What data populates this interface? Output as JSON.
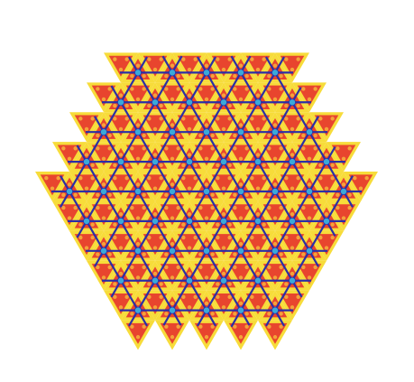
{
  "figure": {
    "description_shown_text": "",
    "colors": {
      "background": "#ffffff",
      "grid_line": "#2b2fa6",
      "vertex_node": "#3aa9d9",
      "outer_tile": "#f7dc3a",
      "inner_tile": "#e8452e",
      "tile_dot": "#f4a23a"
    },
    "tiling": {
      "lattice_type": "triangular",
      "tile_shape": "equilateral-triangle",
      "boundary_shape": "hexagon",
      "has_central_star": true
    }
  }
}
